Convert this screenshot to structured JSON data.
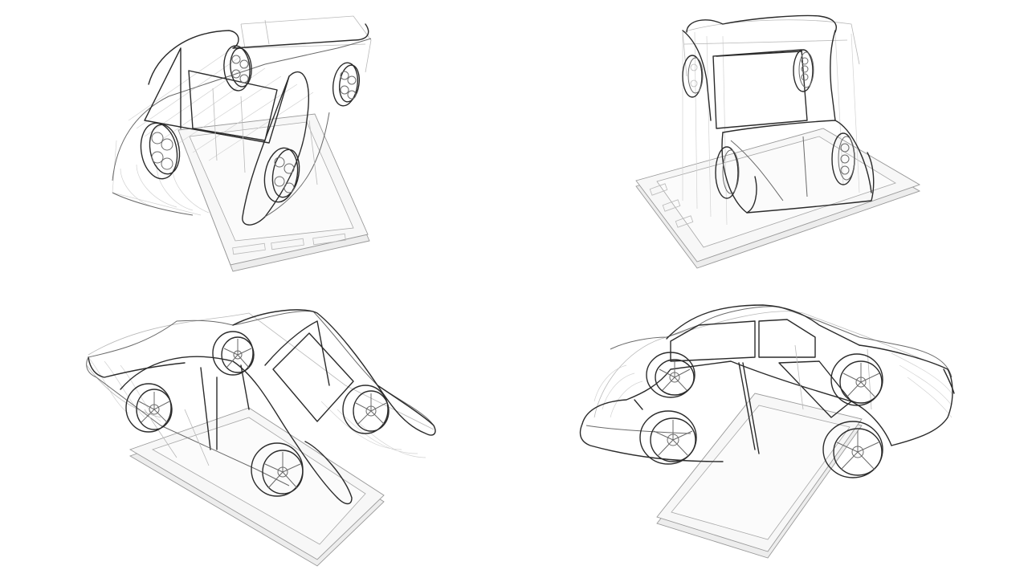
{
  "scene": {
    "background": "#ffffff",
    "line_color": "#2b2b2b",
    "panels": [
      {
        "name": "view-top-front",
        "subject": "wireframe-car-over-smartphone"
      },
      {
        "name": "view-top-rear",
        "subject": "wireframe-car-over-smartphone"
      },
      {
        "name": "view-side-left",
        "subject": "wireframe-car-over-smartphone"
      },
      {
        "name": "view-side-right",
        "subject": "wireframe-car-over-smartphone"
      }
    ]
  }
}
